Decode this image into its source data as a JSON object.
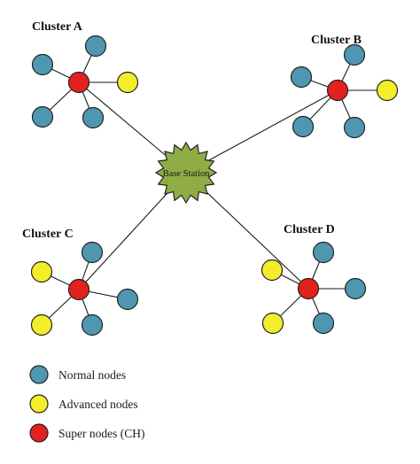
{
  "colors": {
    "normal": "#4f97b1",
    "advanced": "#f2ee2b",
    "super": "#e3211f",
    "base_station": "#8fac45"
  },
  "base_station": {
    "label": "Base Station"
  },
  "clusters": [
    {
      "label": "Cluster A",
      "members": [
        "normal",
        "normal",
        "advanced",
        "normal",
        "normal"
      ]
    },
    {
      "label": "Cluster B",
      "members": [
        "normal",
        "normal",
        "advanced",
        "normal",
        "normal"
      ]
    },
    {
      "label": "Cluster C",
      "members": [
        "normal",
        "advanced",
        "normal",
        "advanced",
        "normal"
      ]
    },
    {
      "label": "Cluster D",
      "members": [
        "normal",
        "advanced",
        "normal",
        "advanced",
        "normal"
      ]
    }
  ],
  "legend": [
    {
      "type": "normal",
      "label": "Normal nodes"
    },
    {
      "type": "advanced",
      "label": "Advanced nodes"
    },
    {
      "type": "super",
      "label": "Super nodes (CH)"
    }
  ]
}
